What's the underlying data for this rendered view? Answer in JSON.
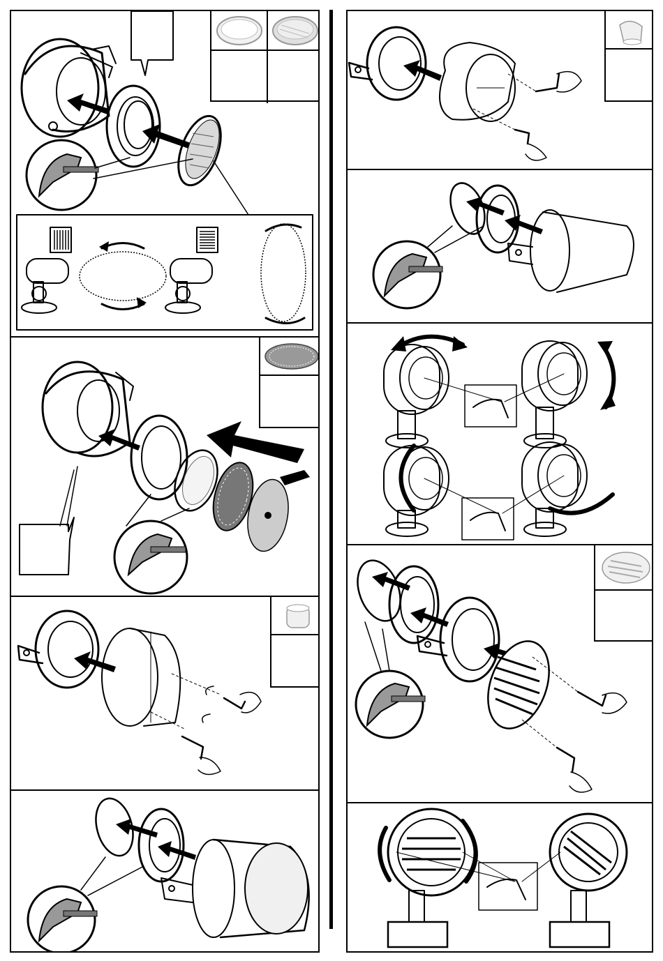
{
  "document": {
    "type": "assembly-instructions",
    "language": "none",
    "text_visible": false
  },
  "colors": {
    "ink": "#000000",
    "paper": "#ffffff",
    "accessory_fill": "#e6e6e6"
  },
  "panels": [
    {
      "id": "left-1",
      "topic": "fit-linear-lens-into-housing",
      "accessories": [
        "clear-lens-icon",
        "linear-lens-icon"
      ]
    },
    {
      "id": "left-2",
      "topic": "fit-honeycomb-louvre-and-filter",
      "accessories": [
        "honeycomb-louvre-icon"
      ]
    },
    {
      "id": "left-3",
      "topic": "attach-cylindrical-snoot",
      "accessories": [
        "cylinder-snoot-icon"
      ]
    },
    {
      "id": "left-4",
      "topic": "insert-lens-into-snoot"
    },
    {
      "id": "right-1",
      "topic": "attach-angled-snoot",
      "accessories": [
        "angled-snoot-icon"
      ]
    },
    {
      "id": "right-2",
      "topic": "insert-lens-into-angled-snoot"
    },
    {
      "id": "right-3",
      "topic": "rotate-and-tilt-adjustment"
    },
    {
      "id": "right-4",
      "topic": "attach-louvre-grille",
      "accessories": [
        "louvre-grille-icon"
      ]
    },
    {
      "id": "right-5",
      "topic": "rotate-louvre-grille"
    }
  ]
}
